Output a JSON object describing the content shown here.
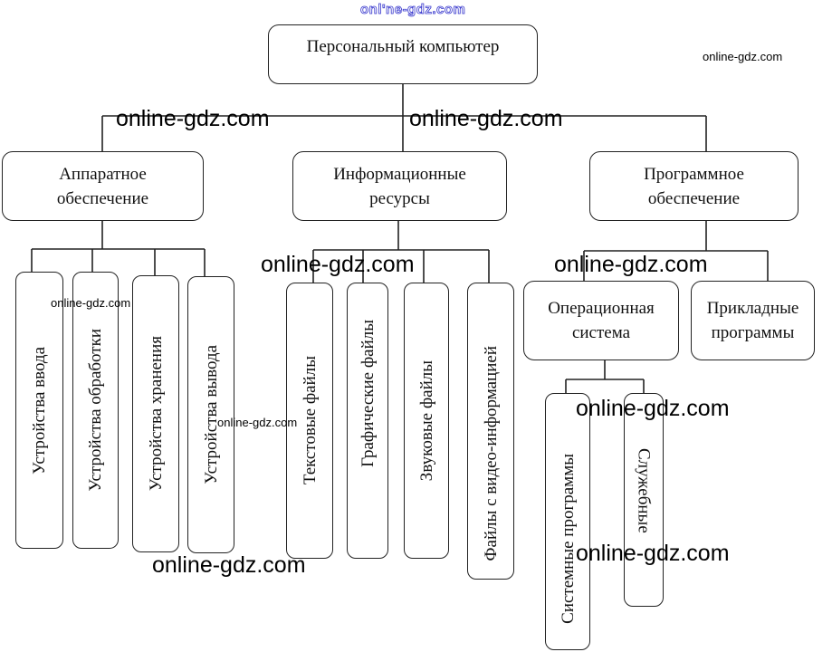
{
  "diagram": {
    "root": "Персональный компьютер",
    "branches": [
      {
        "label_line1": "Аппаратное",
        "label_line2": "обеспечение",
        "children": [
          "Устройства ввода",
          "Устройства обработки",
          "Устройства хранения",
          "Устройства вывода"
        ]
      },
      {
        "label_line1": "Информационные",
        "label_line2": "ресурсы",
        "children": [
          "Текстовые файлы",
          "Графические файлы",
          "Звуковые файлы",
          "Файлы с видео-информацией"
        ]
      },
      {
        "label_line1": "Программное",
        "label_line2": "обеспечение",
        "children": [
          {
            "label_line1": "Операционная",
            "label_line2": "система",
            "children": [
              "Системные программы",
              "Служебные"
            ]
          },
          {
            "label_line1": "Прикладные",
            "label_line2": "программы"
          }
        ]
      }
    ]
  },
  "watermark": "online-gdz.com",
  "watermark_top": "onl'ne-gdz.com",
  "colors": {
    "line": "#222222",
    "watermark_top": "#3333cc"
  }
}
